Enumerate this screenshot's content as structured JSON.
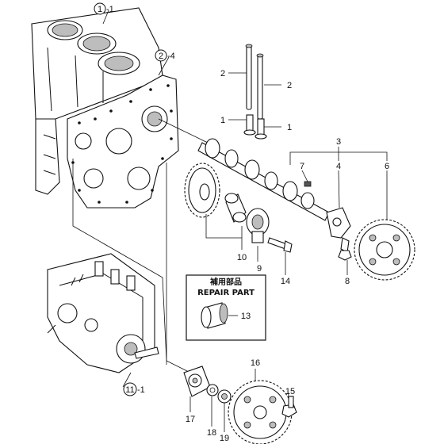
{
  "callouts": [
    {
      "id": "c-1-1",
      "ref": "1",
      "suffix": "-1",
      "circled": true
    },
    {
      "id": "c-2-4",
      "ref": "2",
      "suffix": "-4",
      "circled": true
    },
    {
      "id": "c-11-1",
      "ref": "11",
      "suffix": "-1",
      "circled": true
    },
    {
      "id": "c-2a",
      "ref": "2"
    },
    {
      "id": "c-2b",
      "ref": "2"
    },
    {
      "id": "c-1a",
      "ref": "1"
    },
    {
      "id": "c-1b",
      "ref": "1"
    },
    {
      "id": "c-3",
      "ref": "3"
    },
    {
      "id": "c-7",
      "ref": "7"
    },
    {
      "id": "c-4",
      "ref": "4"
    },
    {
      "id": "c-6",
      "ref": "6"
    },
    {
      "id": "c-10",
      "ref": "10"
    },
    {
      "id": "c-9",
      "ref": "9"
    },
    {
      "id": "c-14",
      "ref": "14"
    },
    {
      "id": "c-8",
      "ref": "8"
    },
    {
      "id": "c-13",
      "ref": "13"
    },
    {
      "id": "c-16",
      "ref": "16"
    },
    {
      "id": "c-15",
      "ref": "15"
    },
    {
      "id": "c-17",
      "ref": "17"
    },
    {
      "id": "c-18",
      "ref": "18"
    },
    {
      "id": "c-19",
      "ref": "19"
    }
  ],
  "repair_box": {
    "title_jp": "補用部品",
    "title_en": "REPAIR PART",
    "item_ref": "13"
  }
}
